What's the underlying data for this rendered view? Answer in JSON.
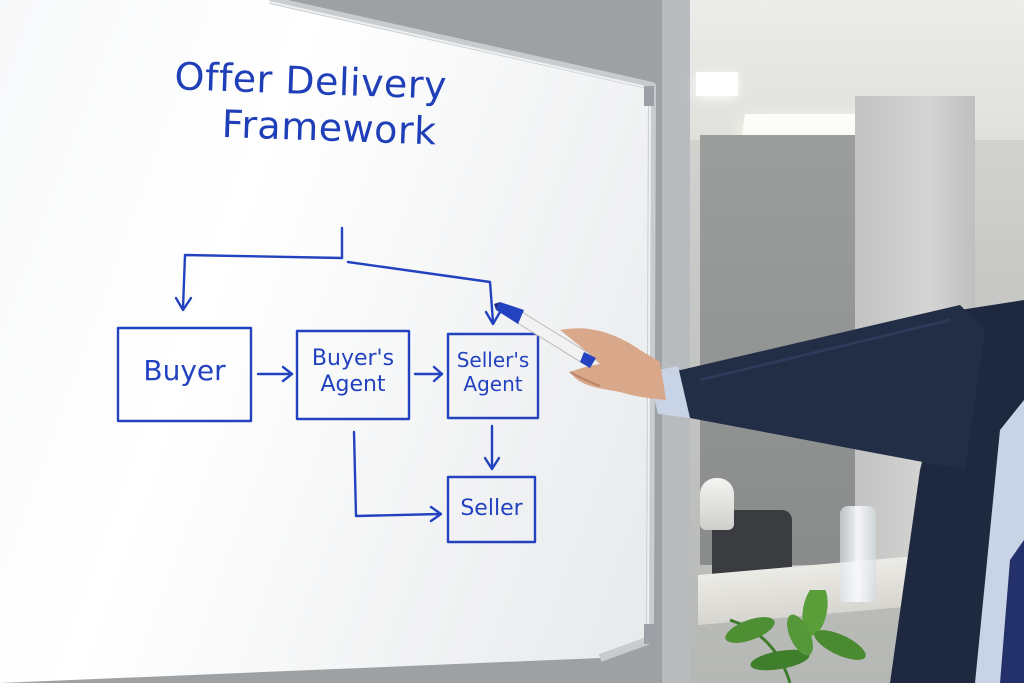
{
  "whiteboard": {
    "title_line1": "Offer Delivery",
    "title_line2": "Framework"
  },
  "diagram": {
    "nodes": {
      "buyer": "Buyer",
      "buyers_agent_line1": "Buyer's",
      "buyers_agent_line2": "Agent",
      "sellers_agent_line1": "Seller's",
      "sellers_agent_line2": "Agent",
      "seller": "Seller"
    }
  },
  "colors": {
    "marker_ink": "#2342c0",
    "suit": "#1e2940",
    "shirt": "#c9d3e6",
    "whiteboard": "#f7f8f9"
  }
}
